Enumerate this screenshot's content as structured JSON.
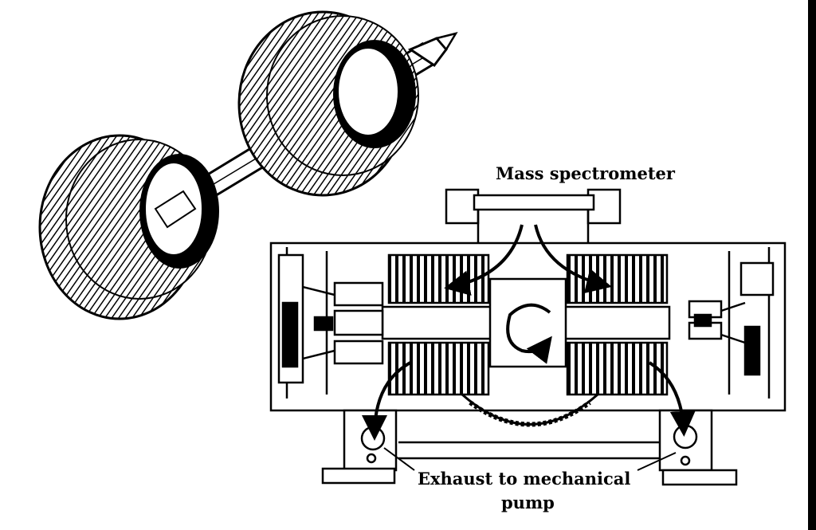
{
  "labels": {
    "mass_spectrometer": "Mass spectrometer",
    "exhaust_line1": "Exhaust to mechanical",
    "exhaust_line2": "pump"
  }
}
